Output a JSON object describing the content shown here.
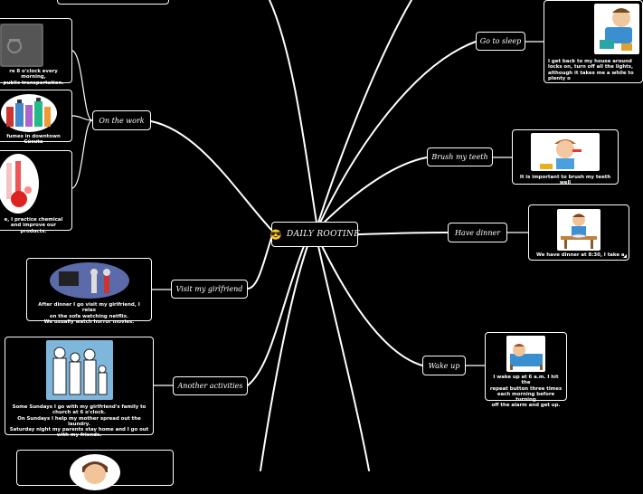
{
  "center": {
    "label": "DAILY ROOTINE",
    "icon": "sunglasses-emoji-icon"
  },
  "branches": {
    "on_the_work": "On the work",
    "visit_girlfriend": "Visit my girlfriend",
    "another_activities": "Another activities",
    "go_to_sleep": "Go to sleep",
    "brush_teeth": "Brush my teeth",
    "have_dinner": "Have dinner",
    "wake_up": "Wake up"
  },
  "cards": {
    "transport": "re 8 o'clock every morning,\n public transportation.",
    "perfumes": "fumes in downtown Cúcuta",
    "chemical": "e, I practice chemical\n and improve our products.",
    "girlfriend": "After dinner I go visit my girlfriend, I relax\non the sofa watching netflix.\nWe usually watch horror movies.",
    "church": "Some Sundays I go with my girlfriend's family to\nchurch at 6 o'clock.\nOn Sundays I help my mother spread out the laundry.\nSaturday night my parents stay home and I go out\nwith my friends.",
    "sleep": "I get back to my house around\nlocks on, turn off all the lights, \nalthough it takes me a while to \nplenty o",
    "brush": "It is important to brush my teeth well",
    "dinner": "We have dinner at 8:30, I take a",
    "wake": "I wake up at 6 a.m. I hit the\nrepeat button three times\neach morning before turning\noff the alarm and get up."
  },
  "icons": [
    "camera-icon",
    "perfume-bottles-icon",
    "lab-flask-icon",
    "couple-watching-tv-icon",
    "family-church-icon",
    "sleeping-tired-icon",
    "boy-brushing-teeth-icon",
    "family-dinner-icon",
    "boy-waking-up-icon",
    "person-portrait-icon"
  ],
  "colors": {
    "background": "#000000",
    "lines": "#ffffff",
    "node_border": "#ffffff"
  }
}
